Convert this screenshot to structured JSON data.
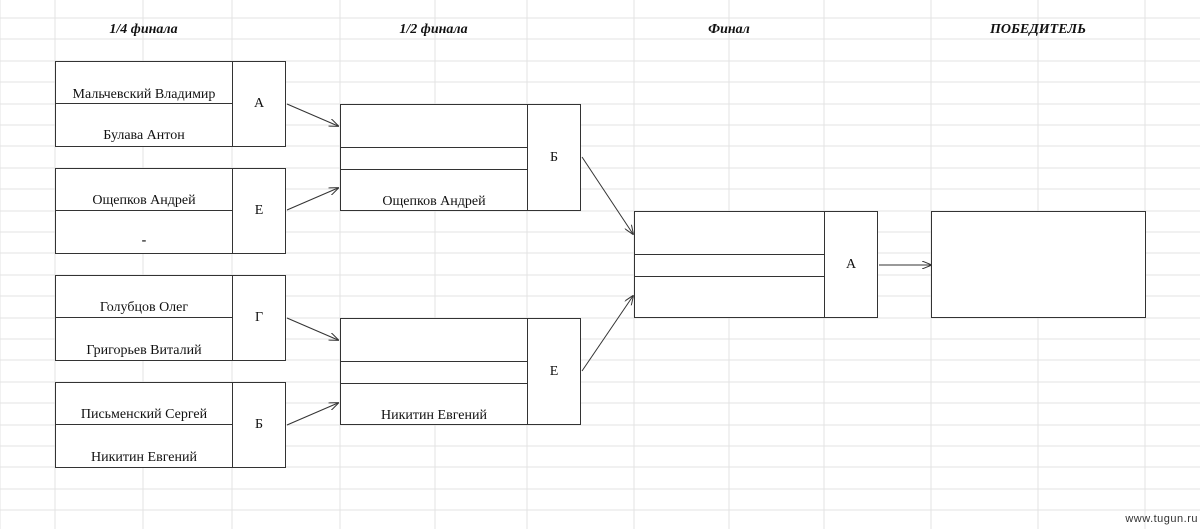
{
  "headers": {
    "quarter": "1/4 финала",
    "semi": "1/2 финала",
    "final": "Финал",
    "winner": "ПОБЕДИТЕЛЬ"
  },
  "quarterfinals": [
    {
      "top": "Мальчевский Владимир",
      "bottom": "Булава Антон",
      "code": "А"
    },
    {
      "top": "Ощепков Андрей",
      "bottom": "-",
      "code": "Е"
    },
    {
      "top": "Голубцов Олег",
      "bottom": "Григорьев Виталий",
      "code": "Г"
    },
    {
      "top": "Письменский Сергей",
      "bottom": "Никитин Евгений",
      "code": "Б"
    }
  ],
  "semifinals": [
    {
      "top": "",
      "bottom": "Ощепков Андрей",
      "code": "Б"
    },
    {
      "top": "",
      "bottom": "Никитин Евгений",
      "code": "Е"
    }
  ],
  "final": {
    "top": "",
    "bottom": "",
    "code": "А"
  },
  "winner": "",
  "watermark": "www.tugun.ru"
}
